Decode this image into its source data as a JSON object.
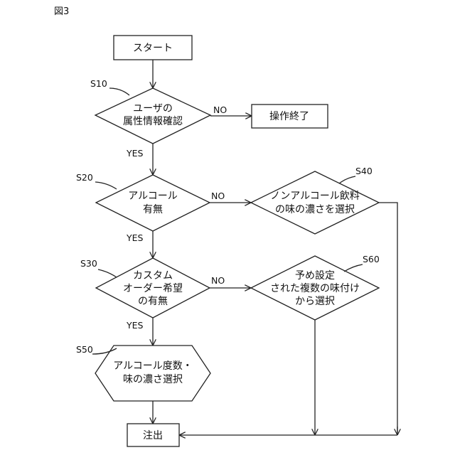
{
  "figure_label": "図3",
  "nodes": {
    "start": {
      "text": [
        "スタート"
      ]
    },
    "s10": {
      "step": "S10",
      "text": [
        "ユーザの",
        "属性情報確認"
      ]
    },
    "end_op": {
      "text": [
        "操作終了"
      ]
    },
    "s20": {
      "step": "S20",
      "text": [
        "アルコール",
        "有無"
      ]
    },
    "s40": {
      "step": "S40",
      "text": [
        "ノンアルコール飲料",
        "の味の濃さを選択"
      ]
    },
    "s30": {
      "step": "S30",
      "text": [
        "カスタム",
        "オーダー希望",
        "の有無"
      ]
    },
    "s60": {
      "step": "S60",
      "text": [
        "予め設定",
        "された複数の味付け",
        "から選択"
      ]
    },
    "s50": {
      "step": "S50",
      "text": [
        "アルコール度数・",
        "味の濃さ選択"
      ]
    },
    "pour": {
      "text": [
        "注出"
      ]
    }
  },
  "edge_labels": {
    "yes": "YES",
    "no": "NO"
  }
}
